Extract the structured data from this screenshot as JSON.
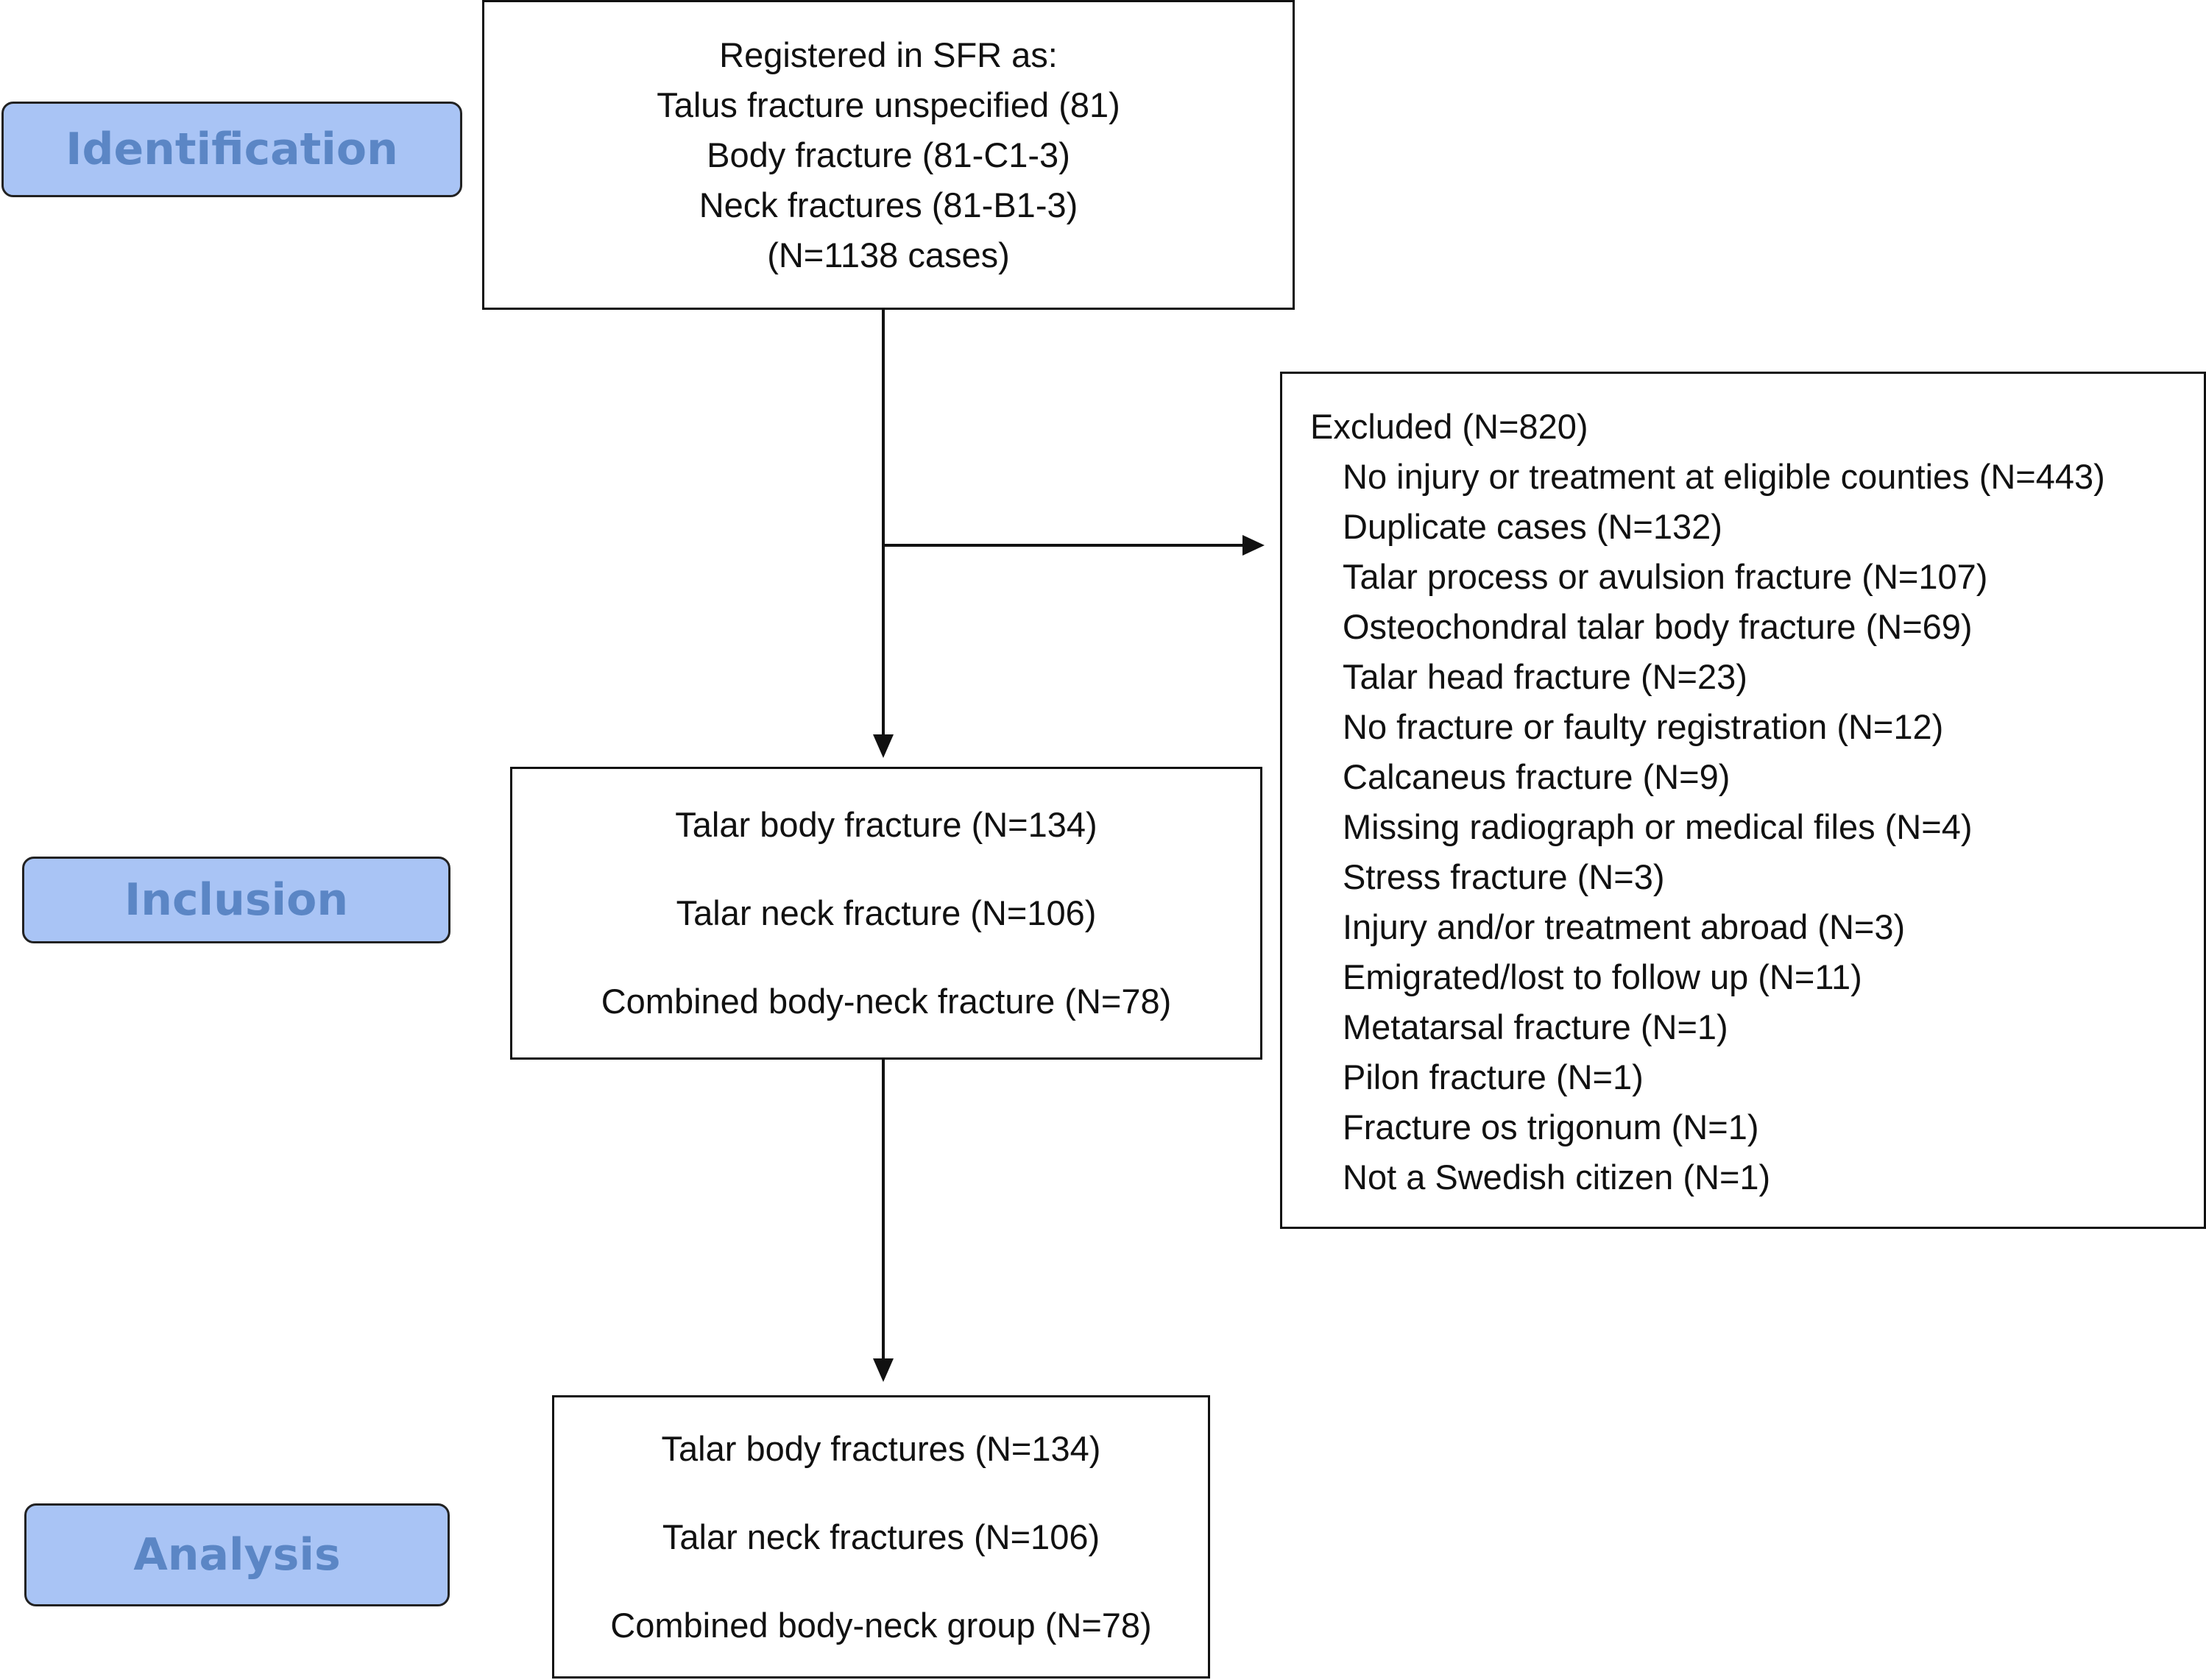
{
  "stages": {
    "identification": "Identification",
    "inclusion": "Inclusion",
    "analysis": "Analysis"
  },
  "registered_box": {
    "lines": [
      "Registered in SFR as:",
      "Talus fracture unspecified (81)",
      "Body fracture (81-C1-3)",
      "Neck fractures (81-B1-3)",
      "(N=1138 cases)"
    ]
  },
  "excluded_box": {
    "header": "Excluded (N=820)",
    "items": [
      "No injury or treatment at eligible counties (N=443)",
      "Duplicate cases (N=132)",
      "Talar process or avulsion fracture (N=107)",
      "Osteochondral talar body fracture (N=69)",
      "Talar head fracture (N=23)",
      "No fracture or faulty registration (N=12)",
      "Calcaneus fracture (N=9)",
      "Missing radiograph or medical files (N=4)",
      "Stress fracture (N=3)",
      "Injury and/or treatment abroad (N=3)",
      "Emigrated/lost to follow up (N=11)",
      "Metatarsal fracture (N=1)",
      "Pilon fracture (N=1)",
      "Fracture os trigonum (N=1)",
      "Not a Swedish citizen (N=1)"
    ]
  },
  "inclusion_box": {
    "lines": [
      "Talar body fracture (N=134)",
      "Talar neck fracture (N=106)",
      "Combined body-neck fracture (N=78)"
    ]
  },
  "analysis_box": {
    "lines": [
      "Talar body fractures (N=134)",
      "Talar neck fractures (N=106)",
      "Combined body-neck group (N=78)"
    ]
  },
  "colors": {
    "stage_fill": "#a9c4f5",
    "stage_text": "#5b86c5",
    "line": "#111111"
  }
}
